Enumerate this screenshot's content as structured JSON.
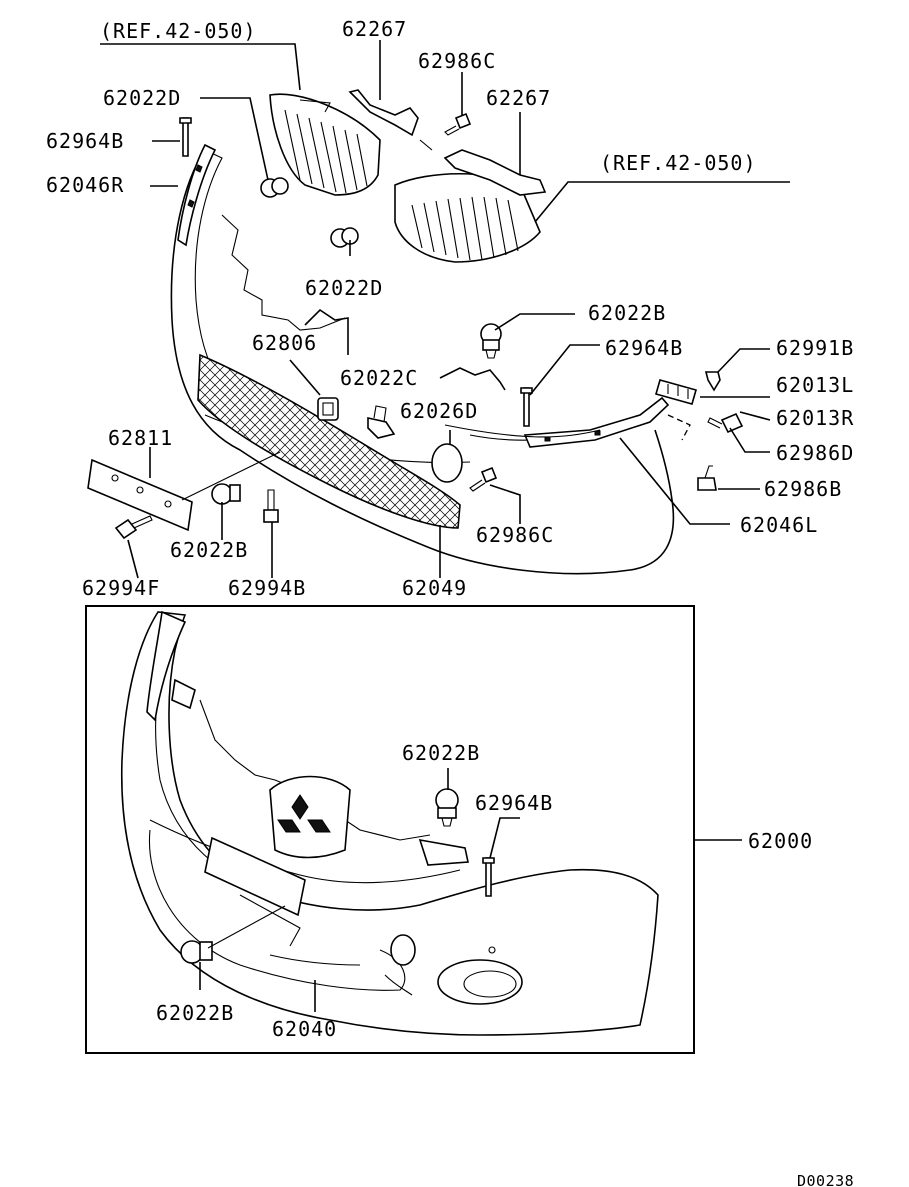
{
  "labels": {
    "ref_top": "(REF.42-050)",
    "ref_right": "(REF.42-050)",
    "p62267_a": "62267",
    "p62267_b": "62267",
    "p62986C_a": "62986C",
    "p62022D_a": "62022D",
    "p62022D_b": "62022D",
    "p62964B_left": "62964B",
    "p62046R": "62046R",
    "p62022B_a": "62022B",
    "p62806": "62806",
    "p62964B_mid": "62964B",
    "p62991B": "62991B",
    "p62022C": "62022C",
    "p62013L": "62013L",
    "p62026D": "62026D",
    "p62013R": "62013R",
    "p62811": "62811",
    "p62986D": "62986D",
    "p62986B": "62986B",
    "p62046L": "62046L",
    "p62986C_b": "62986C",
    "p62022B_b": "62022B",
    "p62994F": "62994F",
    "p62994B": "62994B",
    "p62049": "62049",
    "p62022B_c": "62022B",
    "p62964B_box": "62964B",
    "p62000": "62000",
    "p62022B_d": "62022B",
    "p62040": "62040",
    "diagram_code": "D00238"
  }
}
